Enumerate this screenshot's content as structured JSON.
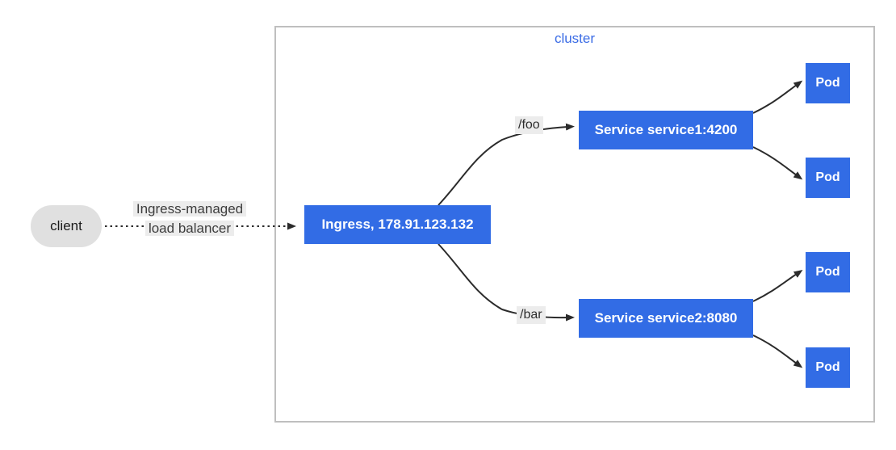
{
  "diagram": {
    "cluster": {
      "label": "cluster"
    },
    "client": {
      "label": "client"
    },
    "load_balancer_label": {
      "line1": "Ingress-managed",
      "line2": "load balancer"
    },
    "ingress": {
      "label": "Ingress, 178.91.123.132"
    },
    "routes": [
      {
        "label": "/foo"
      },
      {
        "label": "/bar"
      }
    ],
    "services": [
      {
        "label": "Service service1:4200"
      },
      {
        "label": "Service service2:8080"
      }
    ],
    "pods": [
      {
        "label": "Pod"
      },
      {
        "label": "Pod"
      },
      {
        "label": "Pod"
      },
      {
        "label": "Pod"
      }
    ],
    "colors": {
      "node_fill": "#326ce5",
      "node_text": "#ffffff",
      "cluster_border": "#bfbfbf",
      "cluster_label_text": "#3b6ce5",
      "client_fill": "#e0e0e0",
      "edge_label_bg": "#ececec",
      "arrow": "#2b2b2b"
    }
  }
}
